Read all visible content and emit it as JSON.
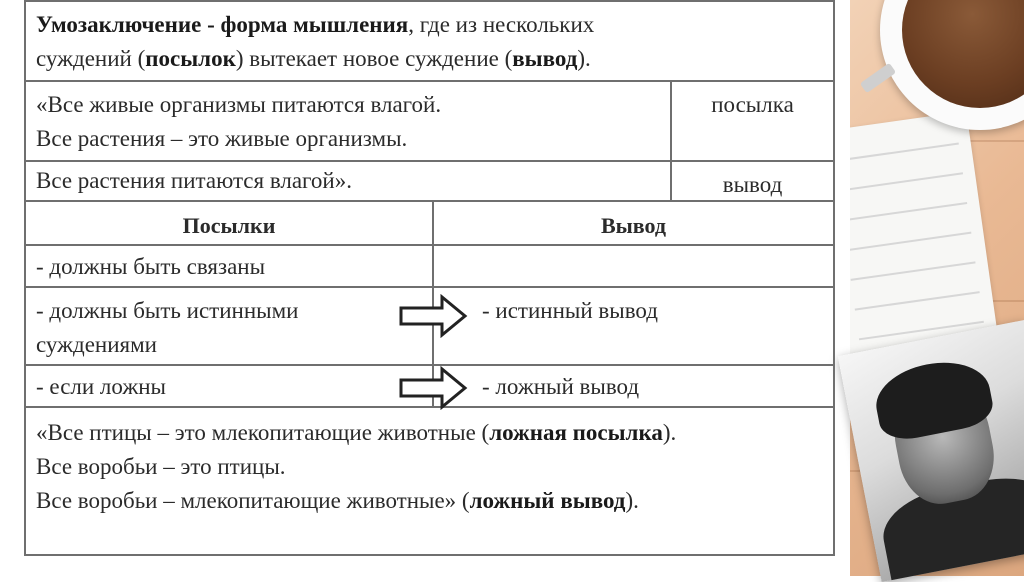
{
  "definition": {
    "term": "Умозаключение - форма мышления",
    "text1": ", где из нескольких",
    "text2": "суждений (",
    "premises_word": "посылок",
    "text3": ") вытекает новое суждение (",
    "conclusion_word": "вывод",
    "text4": ")."
  },
  "example1": {
    "premise_line1": "«Все живые организмы питаются влагой.",
    "premise_line2": "Все растения – это живые организмы.",
    "premise_label": "посылка",
    "conclusion_line": "Все растения питаются влагой».",
    "conclusion_label": "вывод"
  },
  "columns": {
    "premises": "Посылки",
    "conclusion": "Вывод"
  },
  "rules": [
    {
      "premise": "- должны быть связаны",
      "conclusion": ""
    },
    {
      "premise": "- должны быть истинными суждениями",
      "conclusion": "- истинный вывод"
    },
    {
      "premise": "- если ложны",
      "conclusion": "- ложный вывод"
    }
  ],
  "example2": {
    "line1_text": "«Все птицы – это млекопитающие животные (",
    "line1_bold": "ложная посылка",
    "line1_end": ").",
    "line2": "Все воробьи – это птицы.",
    "line3_text": "Все воробьи – млекопитающие животные» (",
    "line3_bold": "ложный вывод",
    "line3_end": ")."
  }
}
